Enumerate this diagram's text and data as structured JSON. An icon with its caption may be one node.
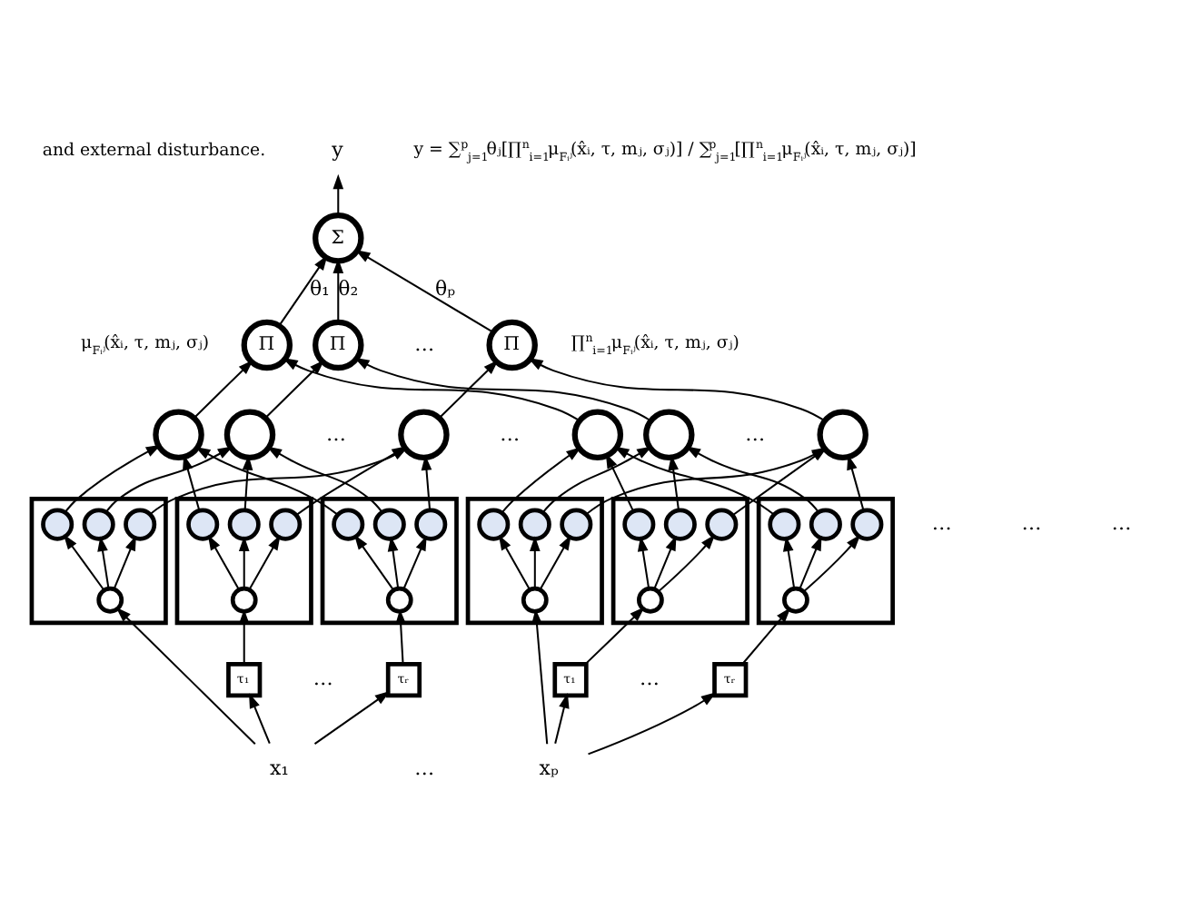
{
  "diagram": {
    "nodes": [
      {
        "text": [
          "y"
        ]
      },
      {
        "text": [
          "Σ"
        ]
      },
      {
        "text": [
          "Π"
        ]
      },
      {
        "text": [
          "Π"
        ]
      },
      {
        "text": [
          "Π"
        ],
        "beside": [
          "∏$^{n}$$_{i=1}$μ$_{Fᵢʲ}$(x̂ᵢ, τ, mⱼ, σⱼ)"
        ]
      },
      {
        "text": [],
        "shape": "circle",
        "beside": [
          "μ$_{Fᵢʲ}$(x̂ᵢ, τ, mⱼ, σⱼ)"
        ]
      },
      {
        "text": [],
        "shape": "circle"
      },
      {
        "text": [],
        "shape": "circle"
      },
      {
        "text": [],
        "shape": "circle"
      },
      {
        "text": [],
        "shape": "circle"
      },
      {
        "text": [],
        "shape": "circle"
      },
      {
        "text": [],
        "shape": "box"
      },
      {
        "text": [],
        "shape": "circle",
        "in": 11
      },
      {
        "text": [],
        "shape": "circle",
        "in": 11
      },
      {
        "text": [],
        "shape": "circle",
        "in": 11
      },
      {
        "text": [],
        "shape": "circle",
        "in": 11
      },
      {
        "text": [],
        "shape": "box"
      },
      {
        "text": [],
        "shape": "circle",
        "in": 16
      },
      {
        "text": [],
        "shape": "circle",
        "in": 16
      },
      {
        "text": [],
        "shape": "circle",
        "in": 16
      },
      {
        "text": [],
        "shape": "circle",
        "in": 16
      },
      {
        "text": [],
        "shape": "box"
      },
      {
        "text": [],
        "shape": "circle",
        "in": 21
      },
      {
        "text": [],
        "shape": "circle",
        "in": 21
      },
      {
        "text": [],
        "shape": "circle",
        "in": 21
      },
      {
        "text": [],
        "shape": "circle",
        "in": 21
      },
      {
        "text": [],
        "shape": "box"
      },
      {
        "text": [],
        "shape": "circle",
        "in": 26
      },
      {
        "text": [],
        "shape": "circle",
        "in": 26
      },
      {
        "text": [],
        "shape": "circle",
        "in": 26
      },
      {
        "text": [],
        "shape": "circle",
        "in": 26
      },
      {
        "text": [],
        "shape": "box"
      },
      {
        "text": [],
        "shape": "circle",
        "in": 31
      },
      {
        "text": [],
        "shape": "circle",
        "in": 31
      },
      {
        "text": [],
        "shape": "circle",
        "in": 31
      },
      {
        "text": [],
        "shape": "circle",
        "in": 31
      },
      {
        "text": [],
        "shape": "box"
      },
      {
        "text": [],
        "shape": "circle",
        "in": 36
      },
      {
        "text": [],
        "shape": "circle",
        "in": 36
      },
      {
        "text": [],
        "shape": "circle",
        "in": 36
      },
      {
        "text": [],
        "shape": "circle",
        "in": 36
      },
      {
        "text": [
          "τ₁"
        ]
      },
      {
        "text": [
          "τᵣ"
        ]
      },
      {
        "text": [
          "τ₁"
        ]
      },
      {
        "text": [
          "τᵣ"
        ]
      },
      {
        "text": [
          "x₁"
        ]
      },
      {
        "text": [
          "xₚ"
        ]
      }
    ],
    "edges": [
      {
        "from": 1,
        "to": 0,
        "arrow": "to"
      },
      {
        "from": 2,
        "to": 1,
        "arrow": "to",
        "label": "θ₁"
      },
      {
        "from": 3,
        "to": 1,
        "arrow": "to",
        "label": "θ₂"
      },
      {
        "from": 4,
        "to": 1,
        "arrow": "to",
        "label": "θₚ"
      },
      {
        "from": 5,
        "to": 2,
        "arrow": "to"
      },
      {
        "from": 6,
        "to": 3,
        "arrow": "to"
      },
      {
        "from": 7,
        "to": 4,
        "arrow": "to"
      },
      {
        "from": 8,
        "to": 2,
        "arrow": "to"
      },
      {
        "from": 9,
        "to": 3,
        "arrow": "to"
      },
      {
        "from": 10,
        "to": 4,
        "arrow": "to"
      },
      {
        "from": 12,
        "to": 5,
        "arrow": "to"
      },
      {
        "from": 13,
        "to": 6,
        "arrow": "to"
      },
      {
        "from": 14,
        "to": 7,
        "arrow": "to"
      },
      {
        "from": 17,
        "to": 5,
        "arrow": "to"
      },
      {
        "from": 18,
        "to": 6,
        "arrow": "to"
      },
      {
        "from": 19,
        "to": 7,
        "arrow": "to"
      },
      {
        "from": 22,
        "to": 5,
        "arrow": "to"
      },
      {
        "from": 23,
        "to": 6,
        "arrow": "to"
      },
      {
        "from": 24,
        "to": 7,
        "arrow": "to"
      },
      {
        "from": 27,
        "to": 8,
        "arrow": "to"
      },
      {
        "from": 28,
        "to": 9,
        "arrow": "to"
      },
      {
        "from": 29,
        "to": 10,
        "arrow": "to"
      },
      {
        "from": 32,
        "to": 8,
        "arrow": "to"
      },
      {
        "from": 33,
        "to": 9,
        "arrow": "to"
      },
      {
        "from": 34,
        "to": 10,
        "arrow": "to"
      },
      {
        "from": 37,
        "to": 8,
        "arrow": "to"
      },
      {
        "from": 38,
        "to": 9,
        "arrow": "to"
      },
      {
        "from": 39,
        "to": 10,
        "arrow": "to"
      },
      {
        "from": 15,
        "to": 12,
        "arrow": "to"
      },
      {
        "from": 15,
        "to": 13,
        "arrow": "to"
      },
      {
        "from": 15,
        "to": 14,
        "arrow": "to"
      },
      {
        "from": 20,
        "to": 17,
        "arrow": "to"
      },
      {
        "from": 20,
        "to": 18,
        "arrow": "to"
      },
      {
        "from": 20,
        "to": 19,
        "arrow": "to"
      },
      {
        "from": 25,
        "to": 22,
        "arrow": "to"
      },
      {
        "from": 25,
        "to": 23,
        "arrow": "to"
      },
      {
        "from": 25,
        "to": 24,
        "arrow": "to"
      },
      {
        "from": 30,
        "to": 27,
        "arrow": "to"
      },
      {
        "from": 30,
        "to": 28,
        "arrow": "to"
      },
      {
        "from": 30,
        "to": 29,
        "arrow": "to"
      },
      {
        "from": 35,
        "to": 32,
        "arrow": "to"
      },
      {
        "from": 35,
        "to": 33,
        "arrow": "to"
      },
      {
        "from": 35,
        "to": 34,
        "arrow": "to"
      },
      {
        "from": 40,
        "to": 37,
        "arrow": "to"
      },
      {
        "from": 40,
        "to": 38,
        "arrow": "to"
      },
      {
        "from": 40,
        "to": 39,
        "arrow": "to"
      },
      {
        "from": 45,
        "to": 15,
        "arrow": "to"
      },
      {
        "from": 45,
        "to": 41,
        "arrow": "to"
      },
      {
        "from": 45,
        "to": 42,
        "arrow": "to"
      },
      {
        "from": 41,
        "to": 20,
        "arrow": "to"
      },
      {
        "from": 42,
        "to": 25,
        "arrow": "to"
      },
      {
        "from": 46,
        "to": 30,
        "arrow": "to"
      },
      {
        "from": 46,
        "to": 43,
        "arrow": "to"
      },
      {
        "from": 46,
        "to": 44,
        "arrow": "to"
      },
      {
        "from": 43,
        "to": 35,
        "arrow": "to"
      },
      {
        "from": 44,
        "to": 40,
        "arrow": "to"
      }
    ],
    "labels": [
      "and external disturbance.",
      "y = ∑$^{p}$$_{j=1}$θⱼ[∏$^{n}$$_{i=1}$μ$_{Fᵢʲ}$(x̂ᵢ, τ, mⱼ, σⱼ)] / ∑$^{p}$$_{j=1}$[∏$^{n}$$_{i=1}$μ$_{Fᵢʲ}$(x̂ᵢ, τ, mⱼ, σⱼ)]",
      "…",
      "…",
      "…",
      "…",
      "…",
      "…",
      "…",
      "…",
      "…",
      "…"
    ]
  }
}
